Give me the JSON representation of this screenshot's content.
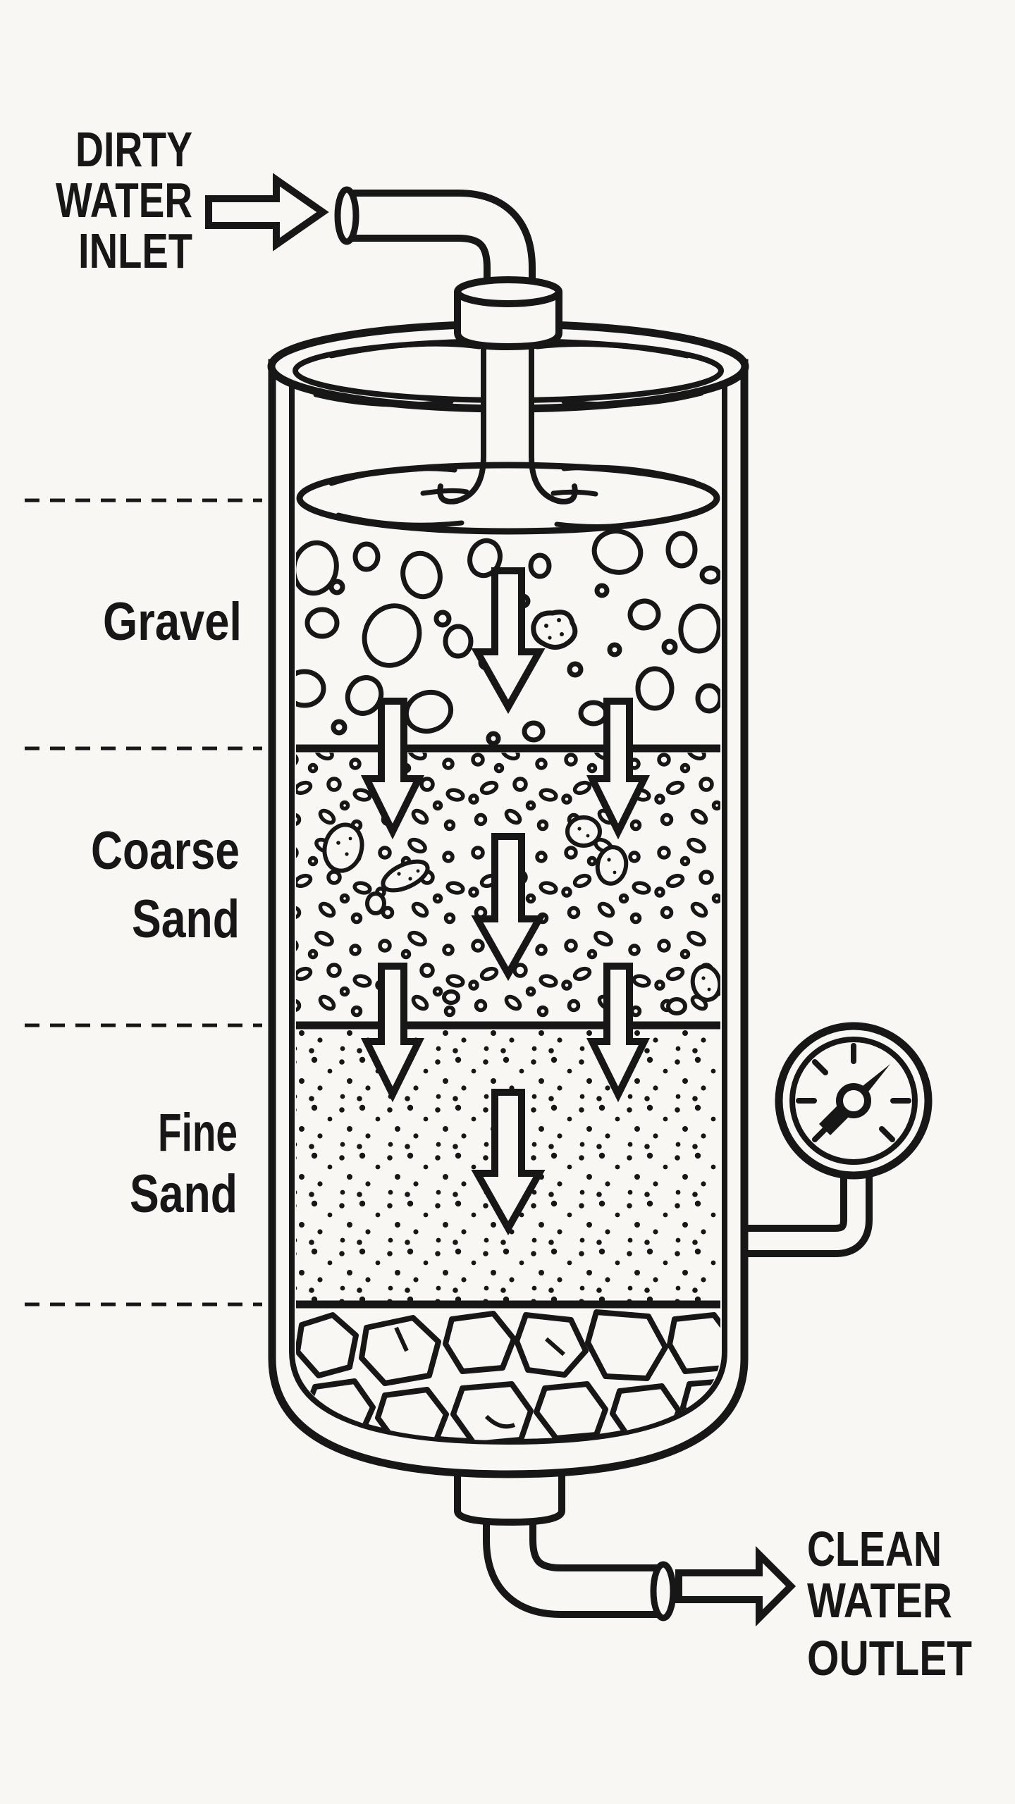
{
  "colors": {
    "background": "#f8f7f4",
    "ink": "#171717"
  },
  "labels": {
    "inlet": {
      "lines": [
        "DIRTY",
        "WATER",
        "INLET"
      ]
    },
    "outlet": {
      "lines": [
        "CLEAN",
        "WATER",
        "OUTLET"
      ]
    },
    "layers": [
      {
        "name": "gravel",
        "lines": [
          "Gravel"
        ]
      },
      {
        "name": "coarse-sand",
        "lines": [
          "Coarse",
          "Sand"
        ]
      },
      {
        "name": "fine-sand",
        "lines": [
          "Fine",
          "Sand"
        ]
      }
    ]
  },
  "icons": {
    "inlet_arrow": "right-arrow-icon",
    "outlet_arrow": "right-arrow-icon",
    "flow_arrows": "down-arrow-icon",
    "gauge": "pressure-gauge-icon"
  },
  "figure": {
    "kind": "water-filtration-filter-diagram",
    "components": [
      "dirty-water-inlet-pipe",
      "filter-tank",
      "water-surface",
      "pressure-gauge",
      "clean-water-outlet-pipe"
    ],
    "flow_direction": "down"
  }
}
